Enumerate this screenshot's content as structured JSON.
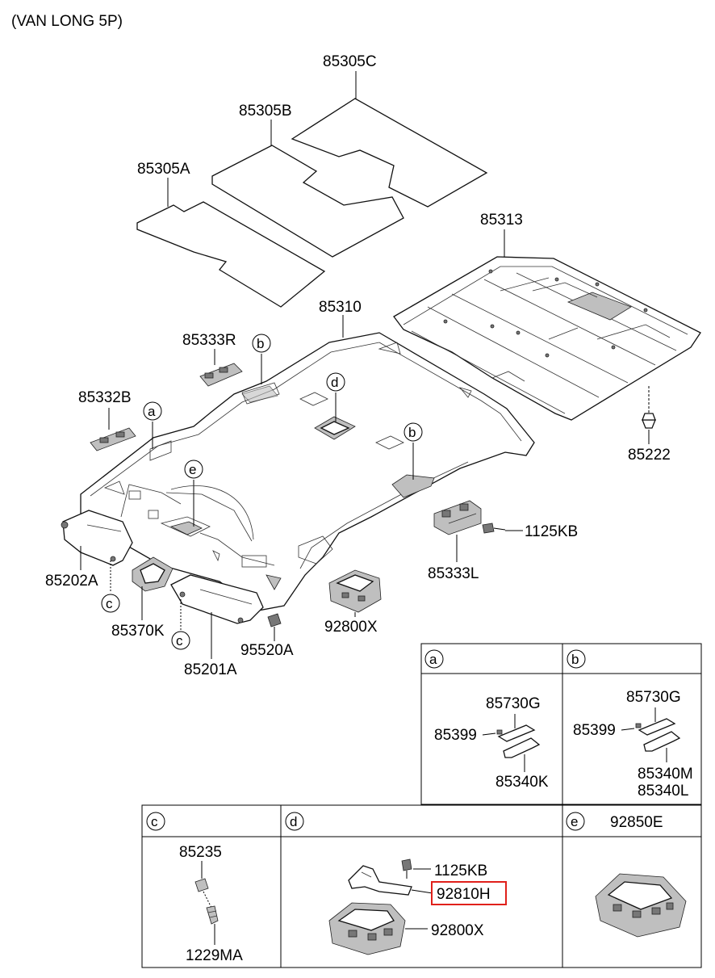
{
  "title": "(VAN LONG 5P)",
  "part_labels": {
    "p85305C": "85305C",
    "p85305B": "85305B",
    "p85305A": "85305A",
    "p85313": "85313",
    "p85310": "85310",
    "p85333R": "85333R",
    "p85332B": "85332B",
    "p85222": "85222",
    "p1125KB": "1125KB",
    "p85333L": "85333L",
    "p85202A": "85202A",
    "p85370K": "85370K",
    "p85201A": "85201A",
    "p95520A": "95520A",
    "p92800X": "92800X"
  },
  "callouts": {
    "a": "a",
    "b": "b",
    "c": "c",
    "d": "d",
    "e": "e"
  },
  "detail_a": {
    "tag": "a",
    "labels": {
      "grip": "85730G",
      "clip": "85399",
      "handle": "85340K"
    }
  },
  "detail_b": {
    "tag": "b",
    "labels": {
      "grip": "85730G",
      "clip": "85399",
      "handle1": "85340M",
      "handle2": "85340L"
    }
  },
  "detail_c": {
    "tag": "c",
    "labels": {
      "top": "85235",
      "bottom": "1229MA"
    }
  },
  "detail_d": {
    "tag": "d",
    "labels": {
      "bolt": "1125KB",
      "bracket": "92810H",
      "lamp": "92800X"
    },
    "highlight_color": "#e0201b"
  },
  "detail_e": {
    "tag": "e",
    "labels": {
      "header": "92850E"
    }
  }
}
